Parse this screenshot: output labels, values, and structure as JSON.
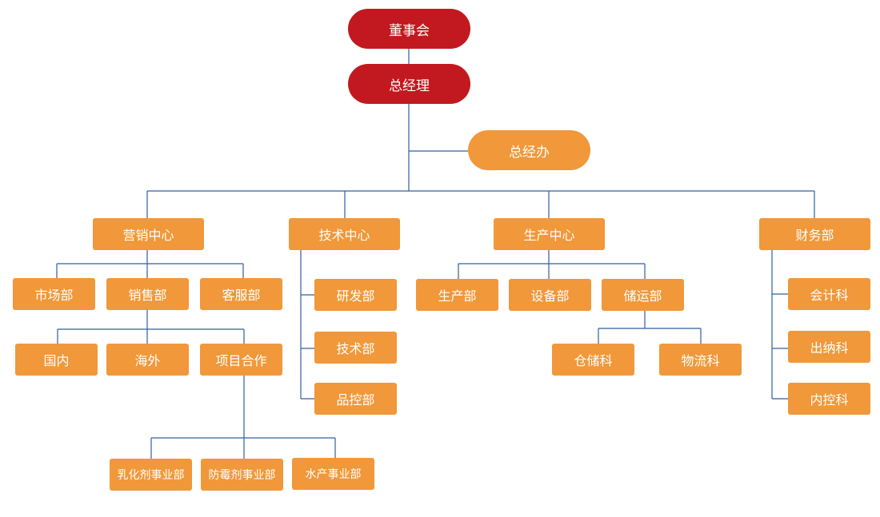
{
  "colors": {
    "top_level": "#c1191f",
    "node": "#f0983a",
    "connector": "#2f5f9e",
    "text": "#ffffff"
  },
  "org": {
    "board": "董事会",
    "gm": "总经理",
    "gm_office": "总经办",
    "marketing": "营销中心",
    "market_dept": "市场部",
    "sales_dept": "销售部",
    "service_dept": "客服部",
    "domestic": "国内",
    "overseas": "海外",
    "project_coop": "项目合作",
    "emulsifier": "乳化剂事业部",
    "antimold": "防霉剂事业部",
    "aquatic": "水产事业部",
    "tech": "技术中心",
    "rnd_dept": "研发部",
    "tech_dept": "技术部",
    "qc_dept": "品控部",
    "production": "生产中心",
    "prod_dept": "生产部",
    "equip_dept": "设备部",
    "logistics_dept": "储运部",
    "warehouse": "仓储科",
    "logistics_section": "物流科",
    "finance": "财务部",
    "accounting": "会计科",
    "cashier": "出纳科",
    "internal_control": "内控科"
  }
}
